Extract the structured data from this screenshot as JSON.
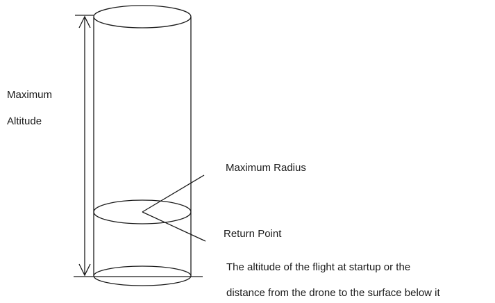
{
  "labels": {
    "max_altitude_line1": "Maximum",
    "max_altitude_line2": "Altitude",
    "max_radius": "Maximum Radius",
    "return_point": "Return Point",
    "altitude_note_line1": "The altitude of the flight at startup or the",
    "altitude_note_line2": "distance from the drone to the surface below it"
  },
  "colors": {
    "stroke": "#1a1a1a",
    "background": "#ffffff"
  }
}
